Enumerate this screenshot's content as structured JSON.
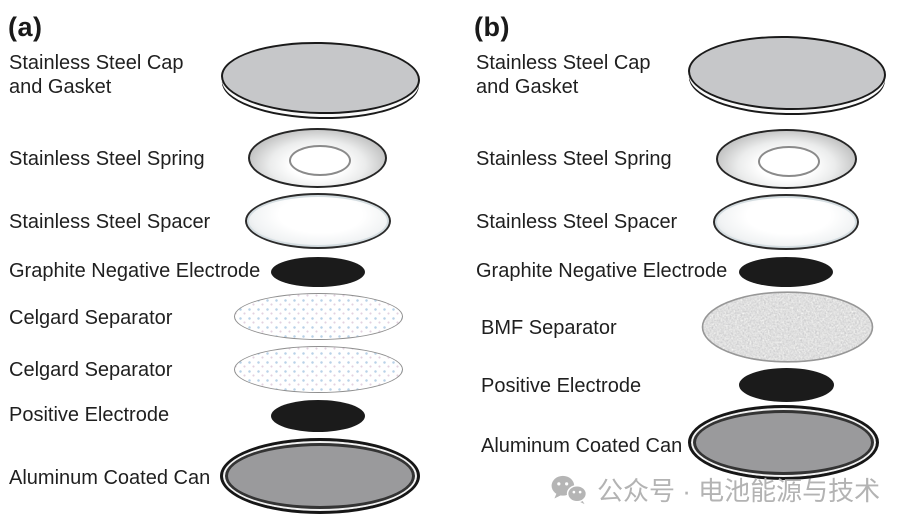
{
  "panels": [
    {
      "label": "(a)",
      "layers": [
        {
          "name": "Stainless Steel Cap and Gasket",
          "type": "cap"
        },
        {
          "name": "Stainless Steel Spring",
          "type": "spring"
        },
        {
          "name": "Stainless Steel Spacer",
          "type": "spacer"
        },
        {
          "name": "Graphite Negative Electrode",
          "type": "black-electrode"
        },
        {
          "name": "Celgard Separator",
          "type": "dotted-separator"
        },
        {
          "name": "Celgard Separator",
          "type": "dotted-separator"
        },
        {
          "name": "Positive Electrode",
          "type": "black-electrode"
        },
        {
          "name": "Aluminum Coated Can",
          "type": "can"
        }
      ]
    },
    {
      "label": "(b)",
      "layers": [
        {
          "name": "Stainless Steel Cap and Gasket",
          "type": "cap"
        },
        {
          "name": "Stainless Steel Spring",
          "type": "spring"
        },
        {
          "name": "Stainless Steel Spacer",
          "type": "spacer"
        },
        {
          "name": "Graphite Negative Electrode",
          "type": "black-electrode"
        },
        {
          "name": "BMF Separator",
          "type": "fiber-separator"
        },
        {
          "name": "Positive Electrode",
          "type": "black-electrode"
        },
        {
          "name": "Aluminum Coated Can",
          "type": "can"
        }
      ]
    }
  ],
  "watermark": {
    "icon": "wechat-icon",
    "text": "公众号 · 电池能源与技术",
    "color": "#b3b3b3"
  },
  "colors": {
    "cap_fill": "#c6c7c9",
    "can_fill": "#9a9a9c",
    "electrode_fill": "#1b1b1b",
    "outline": "#1a1a1a",
    "separator_dot": "#b9d2e8",
    "spring_edge": "#969696"
  }
}
